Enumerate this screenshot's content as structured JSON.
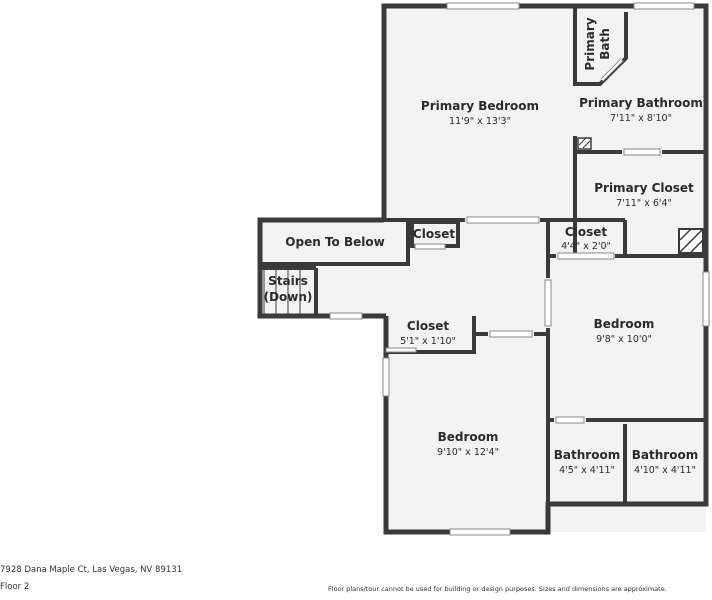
{
  "colors": {
    "wall": "#3a3a3a",
    "floor": "#f3f3f3",
    "window": "#ffffff",
    "text": "#2b2b2b"
  },
  "rooms": {
    "primary_bedroom": {
      "name": "Primary Bedroom",
      "dims": "11'9\" x 13'3\""
    },
    "primary_bath_small": {
      "name_line1": "Primary",
      "name_line2": "Bath"
    },
    "primary_bathroom": {
      "name": "Primary Bathroom",
      "dims": "7'11\" x 8'10\""
    },
    "primary_closet": {
      "name": "Primary Closet",
      "dims": "7'11\" x 6'4\""
    },
    "open_to_below": {
      "name": "Open To Below"
    },
    "closet_small": {
      "name": "Closet"
    },
    "closet_right": {
      "name": "Closet",
      "dims": "4'4\" x 2'0\""
    },
    "stairs": {
      "name_line1": "Stairs",
      "name_line2": "(Down)"
    },
    "bedroom_right": {
      "name": "Bedroom",
      "dims": "9'8\" x 10'0\""
    },
    "closet_lower": {
      "name": "Closet",
      "dims": "5'1\" x 1'10\""
    },
    "bedroom_lower": {
      "name": "Bedroom",
      "dims": "9'10\" x 12'4\""
    },
    "bathroom_a": {
      "name": "Bathroom",
      "dims": "4'5\" x 4'11\""
    },
    "bathroom_b": {
      "name": "Bathroom",
      "dims": "4'10\" x 4'11\""
    }
  },
  "footer": {
    "address": "7928 Dana Maple Ct, Las Vegas, NV 89131",
    "floor": "Floor 2",
    "disclaimer": "Floor plans/tour cannot be used for building or design purposes. Sizes and dimensions are approximate."
  }
}
